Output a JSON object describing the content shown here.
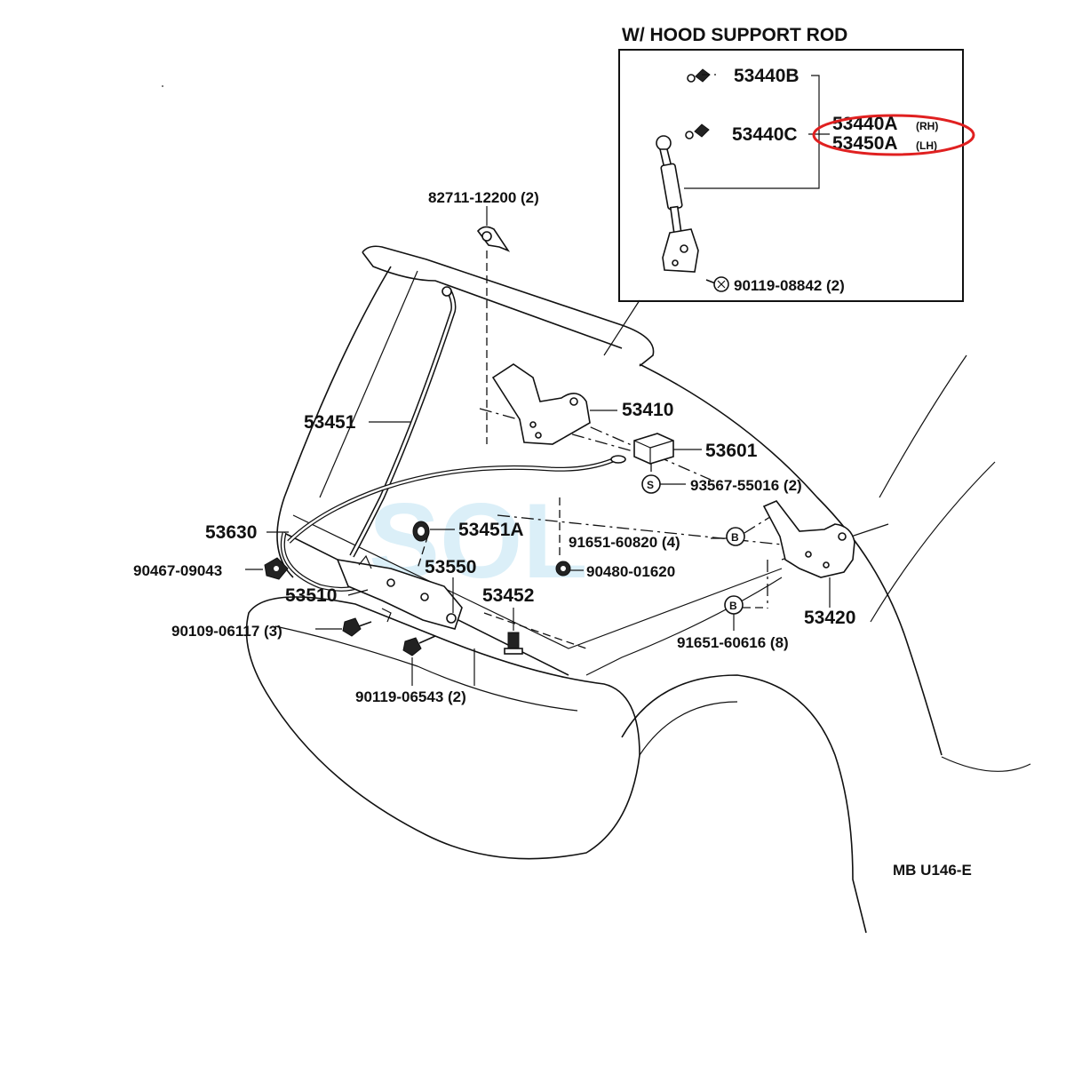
{
  "inset": {
    "title": "W/ HOOD SUPPORT ROD",
    "parts": {
      "p53440B": "53440B",
      "p53440C": "53440C",
      "p53440A": "53440A",
      "rh": "(RH)",
      "p53450A": "53450A",
      "lh": "(LH)",
      "p90119_08842": "90119-08842 (2)"
    }
  },
  "parts": {
    "p82711": "82711-12200 (2)",
    "p53451": "53451",
    "p53410": "53410",
    "p53601": "53601",
    "p93567": "93567-55016 (2)",
    "p53630": "53630",
    "p53451A": "53451A",
    "p91651_60820": "91651-60820 (4)",
    "p90467": "90467-09043",
    "p53550": "53550",
    "p90480": "90480-01620",
    "p53510": "53510",
    "p53452": "53452",
    "p53420": "53420",
    "p90109": "90109-06117 (3)",
    "p91651_60616": "91651-60616 (8)",
    "p90119_06543": "90119-06543 (2)"
  },
  "markers": {
    "s": "S",
    "b": "B"
  },
  "watermark": "SOL",
  "figure_code": "MB  U146-E",
  "highlight_color": "#e02020"
}
